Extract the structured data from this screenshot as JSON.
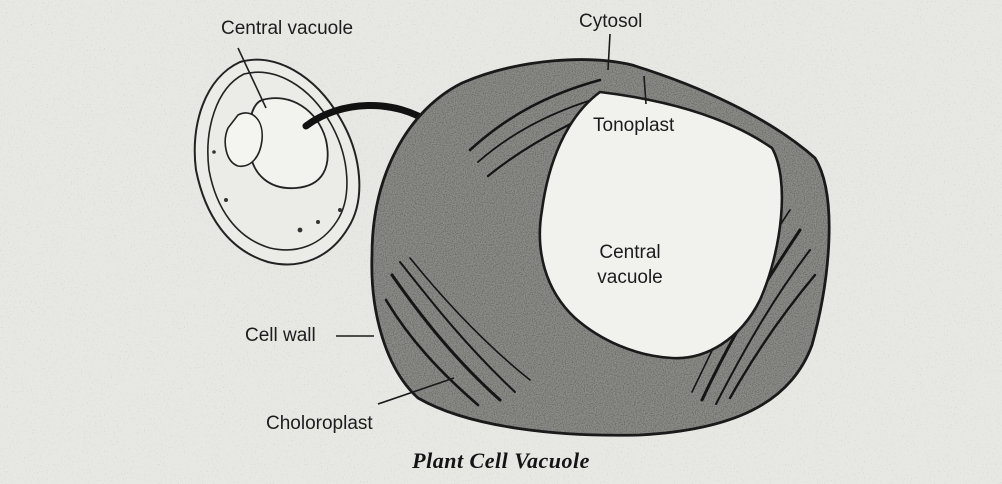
{
  "diagram": {
    "title": "Plant Cell Vacuole",
    "labels": {
      "central_vacuole_small": "Central vacuole",
      "cytosol": "Cytosol",
      "tonoplast": "Tonoplast",
      "central_vacuole_large": "Central vacuole",
      "cell_wall": "Cell wall",
      "chloroplast": "Choloroplast"
    },
    "colors": {
      "paper": "#e7e7e3",
      "ink": "#1c1c1c",
      "cytoplasm_stipple": "#5a5a5a",
      "vacuole_fill": "#f1f1ee"
    }
  }
}
